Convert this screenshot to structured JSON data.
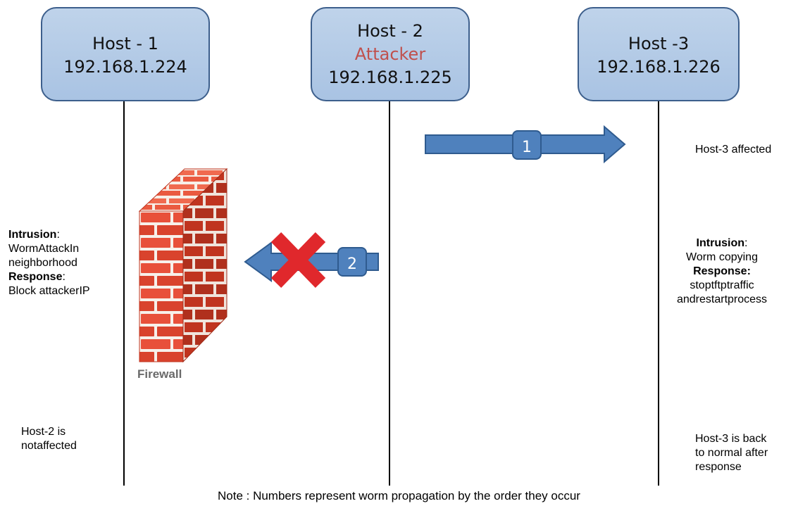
{
  "hosts": [
    {
      "name": "Host - 1",
      "ip": "192.168.1.224"
    },
    {
      "name": "Host - 2",
      "role": "Attacker",
      "ip": "192.168.1.225"
    },
    {
      "name": "Host -3",
      "ip": "192.168.1.226"
    }
  ],
  "arrows": [
    {
      "number": "1",
      "direction": "right",
      "blocked": false
    },
    {
      "number": "2",
      "direction": "left",
      "blocked": true
    }
  ],
  "firewall": {
    "label": "Firewall"
  },
  "host1_notes": {
    "intrusion_label": "Intrusion",
    "intrusion_sep": ":",
    "intrusion_lines": [
      "WormAttackIn",
      "neighborhood"
    ],
    "response_label": "Response",
    "response_sep": ":",
    "response_text": "Block attackerIP",
    "status_lines": [
      "Host-2  is",
      "notaffected"
    ]
  },
  "host3_notes": {
    "affected": "Host-3 affected",
    "intrusion_label": "Intrusion",
    "intrusion_sep": ":",
    "intrusion_text": "Worm copying",
    "response_label": "Response:",
    "response_lines": [
      "stoptftptraffic",
      "andrestartprocess"
    ],
    "status_lines": [
      "Host-3  is back",
      "to normal after",
      "response"
    ]
  },
  "note": "Note : Numbers represent worm propagation by the order they occur",
  "colors": {
    "host_fill": "#b4cbe8",
    "host_border": "#3d5f8c",
    "arrow_fill": "#4f81bd",
    "arrow_border": "#2f5b8f",
    "attacker_text": "#c0504d",
    "cross": "#e0282c",
    "brick": "#e8503a"
  }
}
